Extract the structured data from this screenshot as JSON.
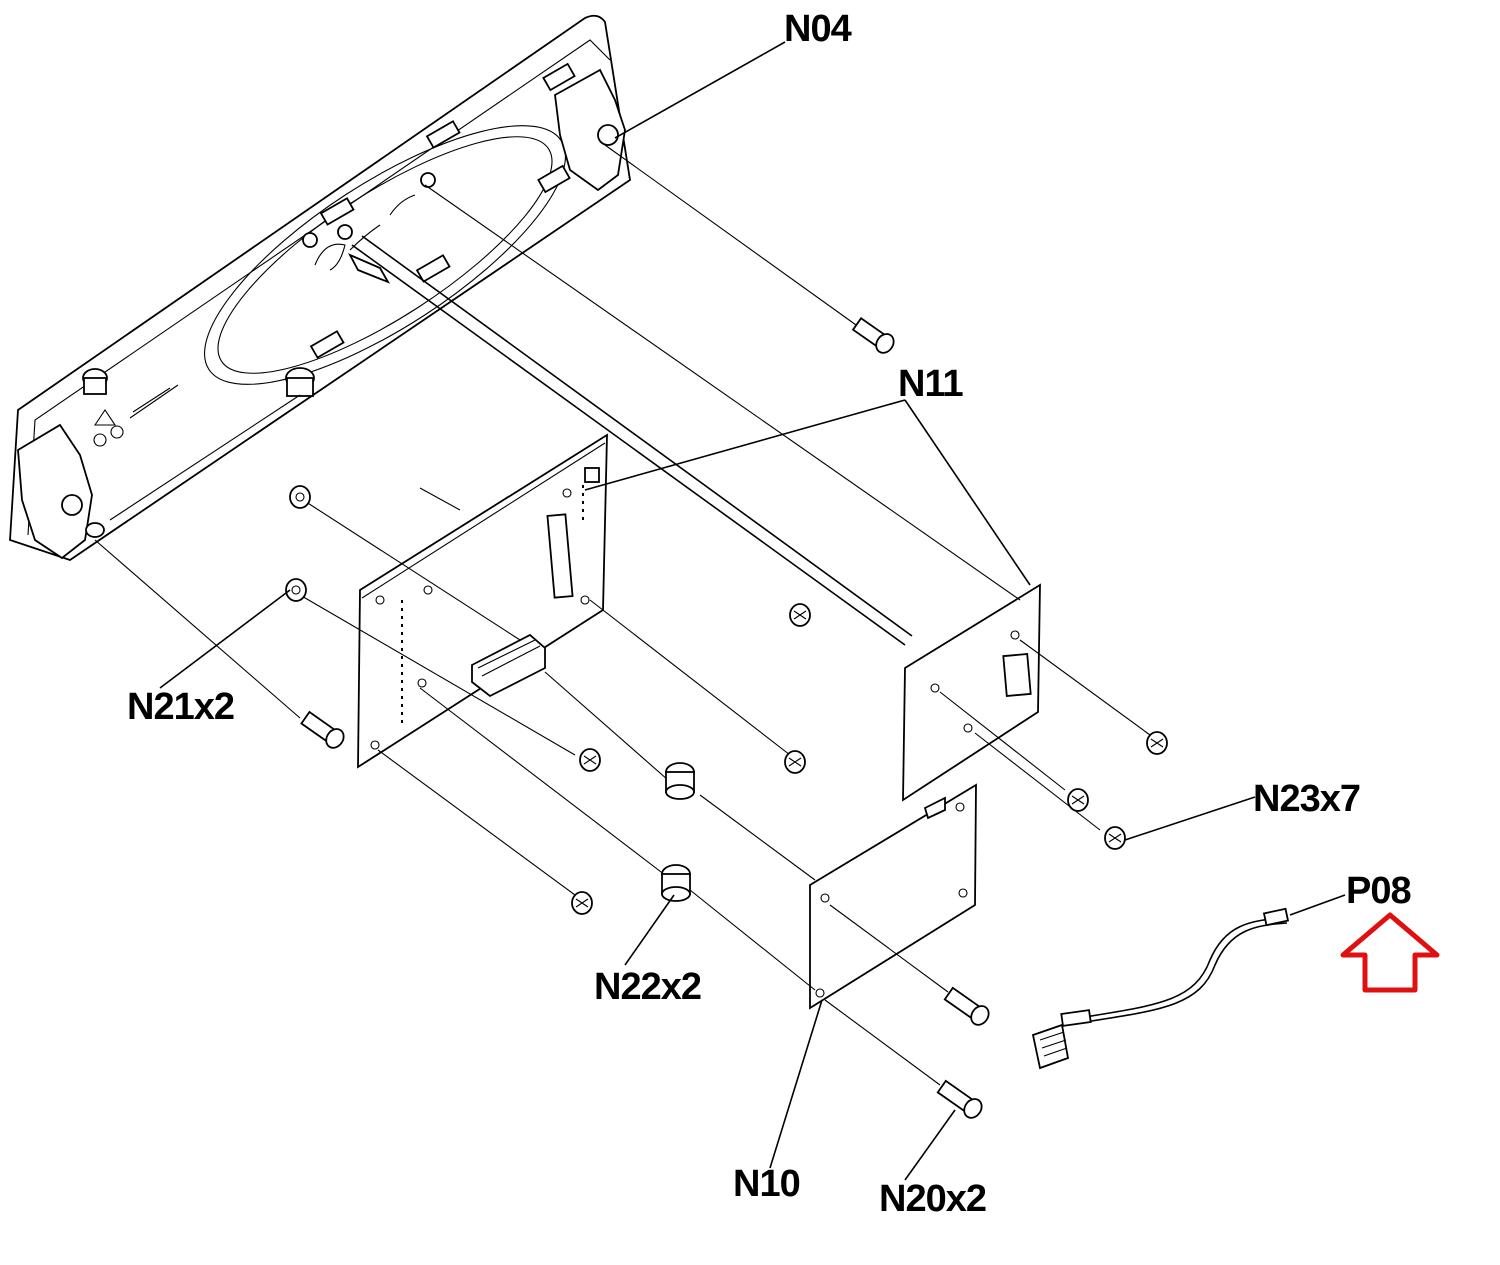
{
  "labels": {
    "n04": "N04",
    "n11": "N11",
    "n21": "N21x2",
    "n23": "N23x7",
    "p08": "P08",
    "n22": "N22x2",
    "n10": "N10",
    "n20": "N20x2"
  },
  "colors": {
    "line": "#000000",
    "highlight_arrow": "#e01010",
    "background": "#ffffff"
  }
}
